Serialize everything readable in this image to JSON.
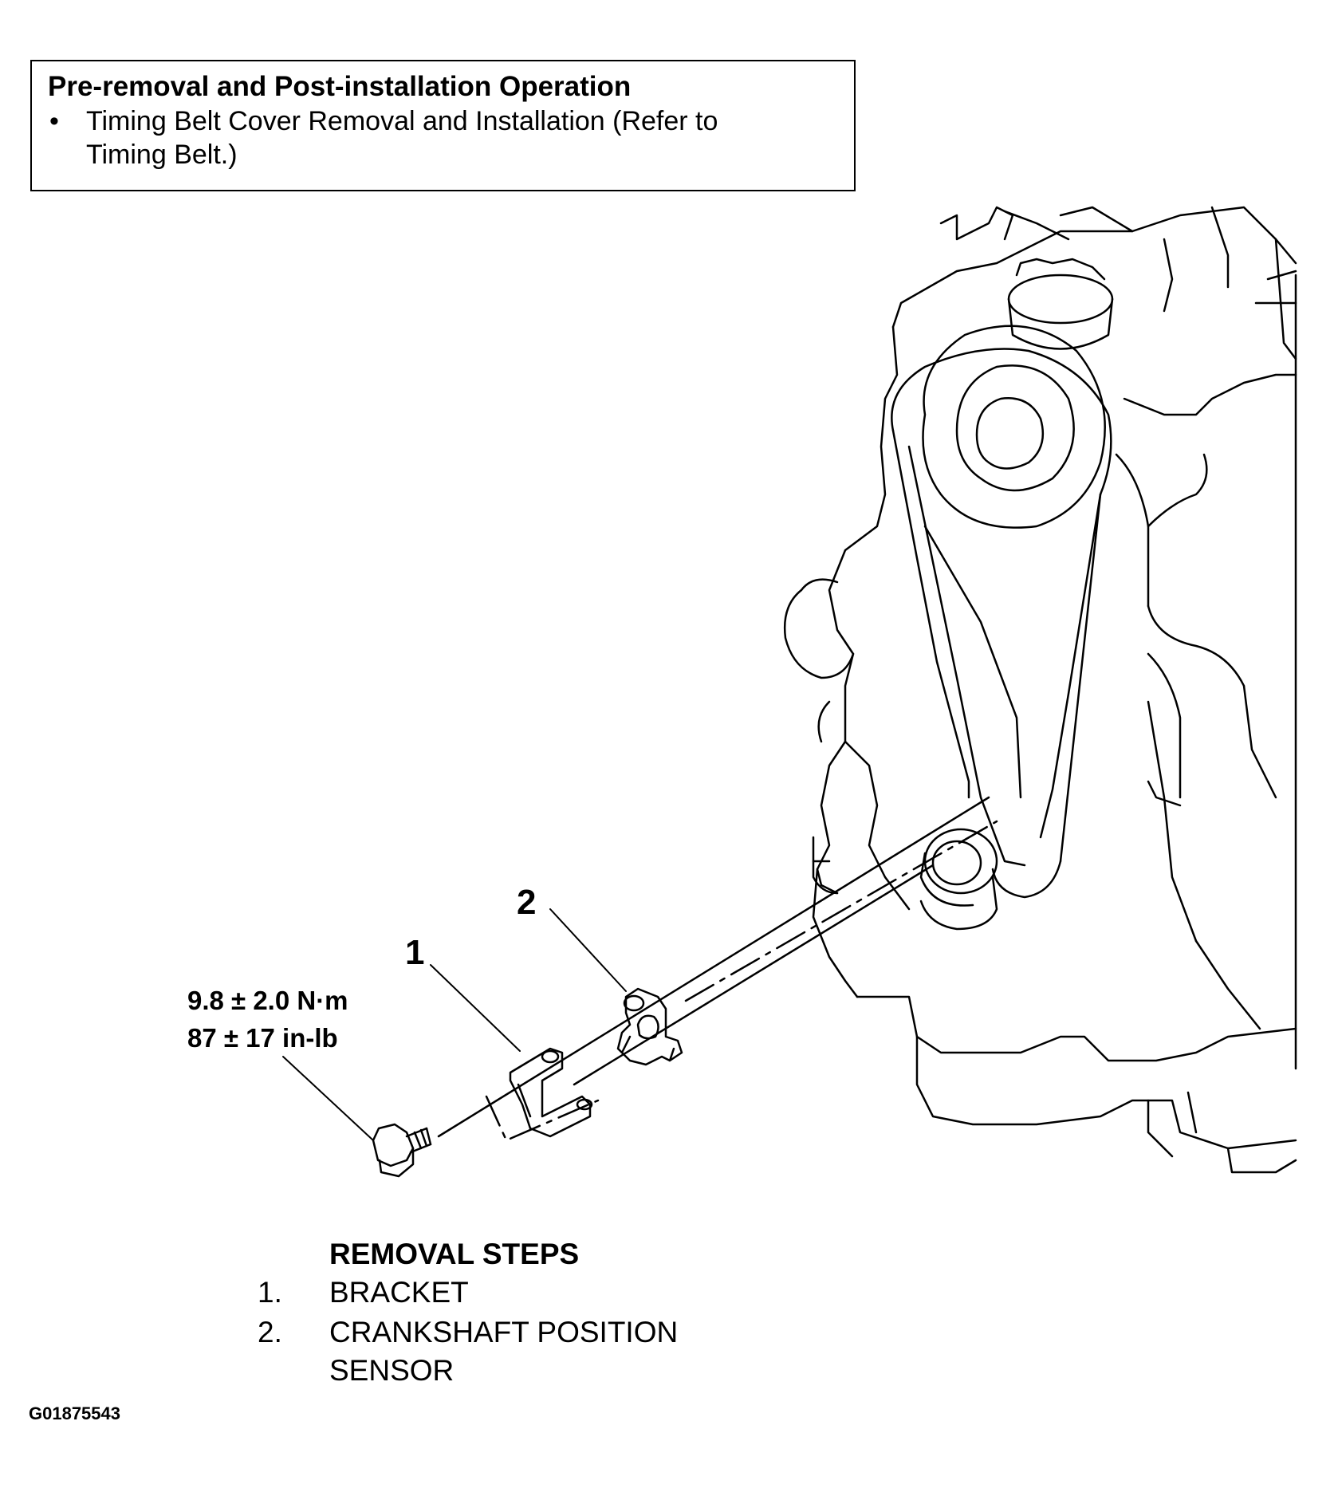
{
  "note": {
    "title": "Pre-removal and Post-installation Operation",
    "bullet": "•",
    "line1": "Timing Belt Cover Removal and Installation (Refer to",
    "line2": "Timing Belt.)"
  },
  "callouts": {
    "item1": "1",
    "item2": "2"
  },
  "torque": {
    "nm": "9.8 ± 2.0 N·m",
    "inlb": "87 ± 17 in-lb"
  },
  "removal_steps": {
    "title": "REMOVAL STEPS",
    "steps": [
      {
        "num": "1.",
        "text": "BRACKET"
      },
      {
        "num": "2.",
        "text": "CRANKSHAFT POSITION",
        "text2": "SENSOR"
      }
    ]
  },
  "figure_id": "G01875543"
}
